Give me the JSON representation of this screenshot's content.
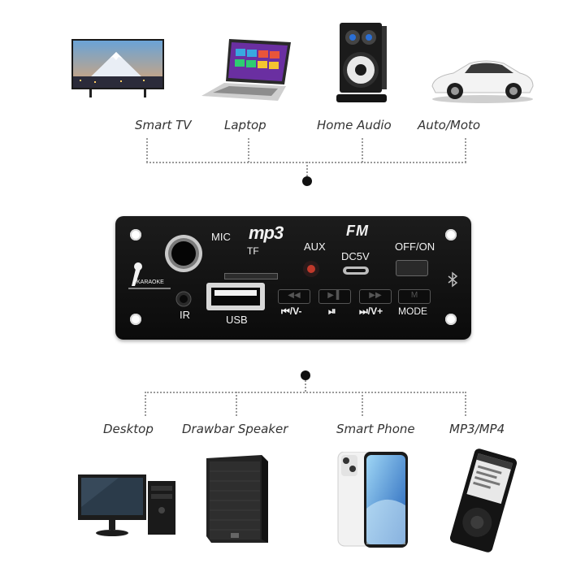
{
  "top_devices": [
    {
      "label": "Smart TV",
      "icon": "smart-tv-icon"
    },
    {
      "label": "Laptop",
      "icon": "laptop-icon"
    },
    {
      "label": "Home Audio",
      "icon": "speaker-icon"
    },
    {
      "label": "Auto/Moto",
      "icon": "car-icon"
    }
  ],
  "bottom_devices": [
    {
      "label": "Desktop",
      "icon": "desktop-pc-icon"
    },
    {
      "label": "Drawbar Speaker",
      "icon": "drawbar-speaker-icon"
    },
    {
      "label": "Smart Phone",
      "icon": "smartphone-icon"
    },
    {
      "label": "MP3/MP4",
      "icon": "mp3-player-icon"
    }
  ],
  "panel": {
    "mic_label": "MIC",
    "karaoke_label": "KARAOKE",
    "ir_label": "IR",
    "mp3_logo": "mp3",
    "tf_label": "TF",
    "usb_label": "USB",
    "aux_label": "AUX",
    "fm_logo": "FM",
    "dc_label": "DC5V",
    "power_label": "OFF/ON",
    "prev_label": "⏮/V-",
    "play_label": "⏯",
    "next_label": "⏭/V+",
    "mode_label": "MODE",
    "mode_key": "M",
    "bluetooth_icon": "bluetooth-icon"
  },
  "colors": {
    "panel": "#111111",
    "led": "#c0392b",
    "connector": "#9a9a9a"
  }
}
